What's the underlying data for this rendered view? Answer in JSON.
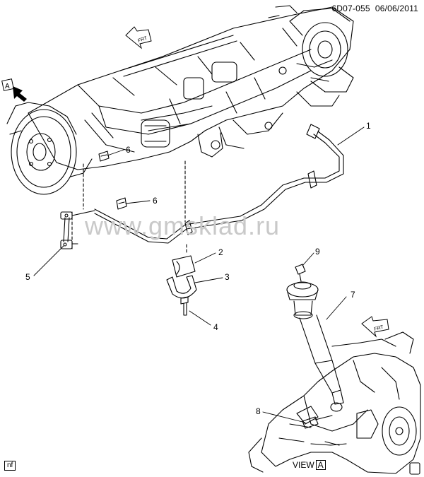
{
  "diagram_code": "6D07-055",
  "date": "06/06/2011",
  "watermark": "www.gmsklad.ru",
  "view_label": "VIEW",
  "view_letter": "A",
  "footer_tag": "nf",
  "front_arrow_label": "FRT",
  "view_arrow_letter": "A",
  "callouts": [
    "1",
    "2",
    "3",
    "4",
    "5",
    "6",
    "6",
    "7",
    "8",
    "9"
  ]
}
